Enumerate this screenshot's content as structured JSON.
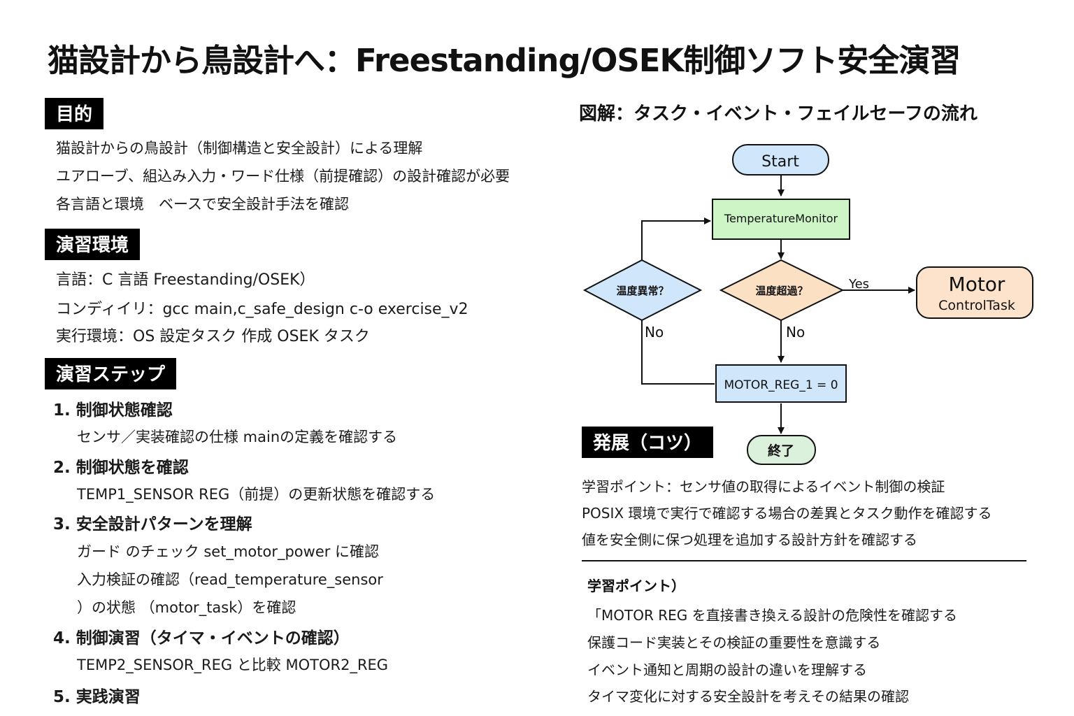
{
  "title": "猫設計から鳥設計へ：Freestanding/OSEK制御ソフト安全演習",
  "sections": {
    "objective": {
      "heading": "目的",
      "lines": [
        "猫設計からの鳥設計（制御構造と安全設計）による理解",
        "ユアローブ、組込み入力・ワード仕様（前提確認）の設計確認が必要",
        "各言語と環境　ベースで安全設計手法を確認"
      ]
    },
    "environment": {
      "heading": "演習環境",
      "lines": [
        "言語：C 言語 Freestanding/OSEK）",
        "コンディイリ：gcc main,c_safe_design c-o exercise_v2",
        "実行環境：OS 設定タスク 作成 OSEK タスク"
      ]
    },
    "steps": {
      "heading": "演習ステップ",
      "items": [
        {
          "title": "1. 制御状態確認",
          "subs": [
            "センサ／実装確認の仕様 mainの定義を確認する"
          ]
        },
        {
          "title": "2. 制御状態を確認",
          "subs": [
            "TEMP1_SENSOR REG（前提）の更新状態を確認する"
          ]
        },
        {
          "title": "3. 安全設計パターンを理解",
          "subs": [
            "ガード のチェック set_motor_power に確認",
            "入力検証の確認（read_temperature_sensor",
            "）の状態 （motor_task）を確認"
          ]
        },
        {
          "title": "4. 制御演習（タイマ・イベントの確認）",
          "subs": [
            "TEMP2_SENSOR_REG と比較 MOTOR2_REG"
          ]
        },
        {
          "title": "5. 実践演習",
          "subs": []
        }
      ]
    }
  },
  "diagram": {
    "title": "図解：タスク・イベント・フェイルセーフの流れ",
    "nodes": {
      "start": "Start",
      "monitor": "TemperatureMonitor",
      "left_decision": "温度異常？",
      "right_decision": "温度超過？",
      "motor_line1": "Motor",
      "motor_line2": "ControlTask",
      "motor_reg": "MOTOR_REG_1 = 0",
      "end": "終了"
    },
    "edges": {
      "yes": "Yes",
      "no_left": "No",
      "no_right": "No"
    }
  },
  "tips": {
    "heading": "発展（コツ）",
    "lines": [
      "学習ポイント：センサ値の取得によるイベント制御の検証",
      "POSIX 環境で実行で確認する場合の差異とタスク動作を確認する",
      "値を安全側に保つ処理を追加する設計方針を確認する"
    ]
  },
  "learning_points": {
    "heading": "学習ポイント）",
    "lines": [
      "「MOTOR REG を直接書き換える設計の危険性を確認する",
      "保護コード実装とその検証の重要性を意識する",
      "イベント通知と周期の設計の違いを理解する",
      "タイマ変化に対する安全設計を考えその結果の確認"
    ]
  },
  "colors": {
    "start_fill": "#cfe6fb",
    "monitor_fill": "#cdf5c6",
    "decision_left_fill": "#cfe6fb",
    "decision_right_fill": "#fbe0c4",
    "motor_fill": "#fde3cc",
    "reg_fill": "#cfe6fb",
    "end_fill": "#dcf1dc"
  }
}
